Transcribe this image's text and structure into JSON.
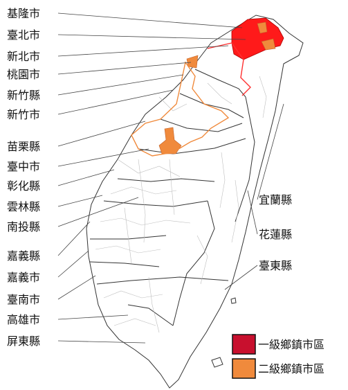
{
  "labels_left": [
    "基隆市",
    "臺北市",
    "新北市",
    "桃園市",
    "新竹縣",
    "新竹市",
    "苗栗縣",
    "臺中市",
    "彰化縣",
    "雲林縣",
    "南投縣",
    "嘉義縣",
    "嘉義市",
    "臺南市",
    "高雄市",
    "屏東縣"
  ],
  "labels_right": [
    "宜蘭縣",
    "花蓮縣",
    "臺東縣"
  ],
  "legend": [
    {
      "label": "一級鄉鎮市區",
      "color": "#c8102e"
    },
    {
      "label": "二級鄉鎮市區",
      "color": "#f08a3c"
    }
  ],
  "colors": {
    "level1": "#ff1a1a",
    "level2": "#f08a3c",
    "county_outline": "#333333",
    "town_outline": "#bdbdbd"
  }
}
